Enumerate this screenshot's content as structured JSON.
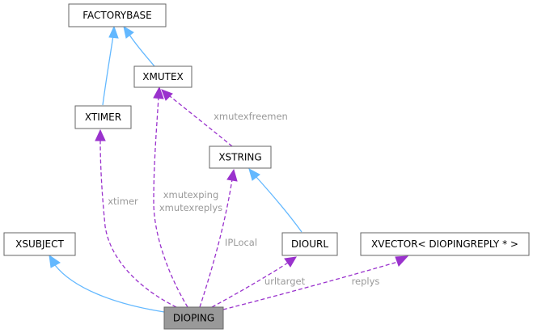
{
  "colors": {
    "inheritance": "#63b8ff",
    "usage": "#9a32cd",
    "label": "#9a9a9a",
    "focus_fill": "#999999",
    "node_border": "#666666"
  },
  "nodes": {
    "factorybase": "FACTORYBASE",
    "xmutex": "XMUTEX",
    "xtimer": "XTIMER",
    "xstring": "XSTRING",
    "xsubject": "XSUBJECT",
    "diourl": "DIOURL",
    "xvector": "XVECTOR< DIOPINGREPLY * >",
    "dioping": "DIOPING"
  },
  "edge_labels": {
    "xmutexfreemen": "xmutexfreemen",
    "xtimer": "xtimer",
    "xmutexping": "xmutexping",
    "xmutexreplys": "xmutexreplys",
    "iplocal": "IPLocal",
    "urltarget": "urltarget",
    "replys": "replys"
  }
}
